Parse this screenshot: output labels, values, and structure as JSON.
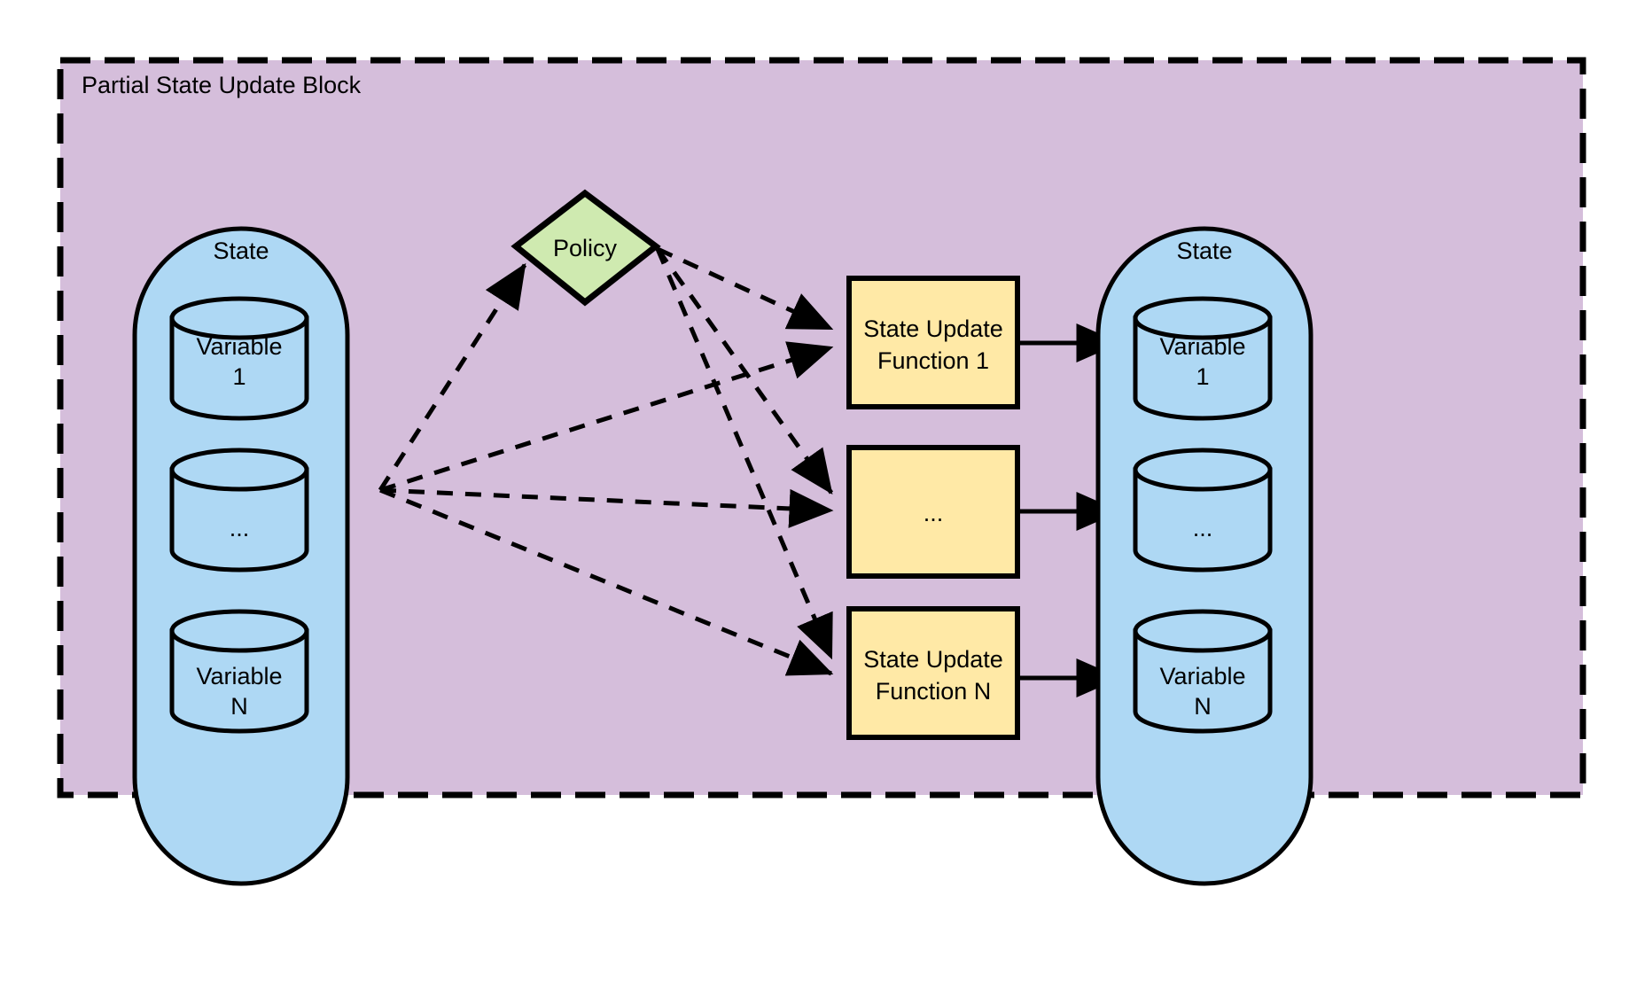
{
  "block": {
    "title": "Partial State Update Block",
    "fill": "#d5bedb",
    "stroke": "#000000",
    "border_style": "dashed"
  },
  "colors": {
    "state_container_fill": "#aed8f4",
    "cylinder_fill": "#aed8f4",
    "policy_fill": "#cfeab0",
    "function_fill": "#ffe9a6",
    "stroke": "#000000",
    "canvas": "#ffffff"
  },
  "input_state": {
    "label": "State",
    "variables": [
      {
        "label_line1": "Variable",
        "label_line2": "1",
        "name": "variable-1"
      },
      {
        "label_line1": "...",
        "label_line2": "",
        "name": "variable-ellipsis"
      },
      {
        "label_line1": "Variable",
        "label_line2": "N",
        "name": "variable-n"
      }
    ]
  },
  "policy": {
    "label": "Policy"
  },
  "functions": [
    {
      "line1": "State Update",
      "line2": "Function 1",
      "name": "state-update-function-1"
    },
    {
      "line1": "...",
      "line2": "",
      "name": "state-update-function-ellipsis"
    },
    {
      "line1": "State Update",
      "line2": "Function N",
      "name": "state-update-function-n"
    }
  ],
  "output_state": {
    "label": "State",
    "variables": [
      {
        "label_line1": "Variable",
        "label_line2": "1",
        "name": "variable-1"
      },
      {
        "label_line1": "...",
        "label_line2": "",
        "name": "variable-ellipsis"
      },
      {
        "label_line1": "Variable",
        "label_line2": "N",
        "name": "variable-n"
      }
    ]
  },
  "edges": {
    "state_to_policy": {
      "style": "dashed",
      "arrow": "open-triangle"
    },
    "state_to_functions": {
      "style": "dashed",
      "arrow": "open-triangle",
      "count": 3
    },
    "policy_to_functions": {
      "style": "dashed",
      "arrow": "open-triangle",
      "count": 3
    },
    "functions_to_state": {
      "style": "solid",
      "arrow": "filled-triangle",
      "count": 3
    }
  }
}
